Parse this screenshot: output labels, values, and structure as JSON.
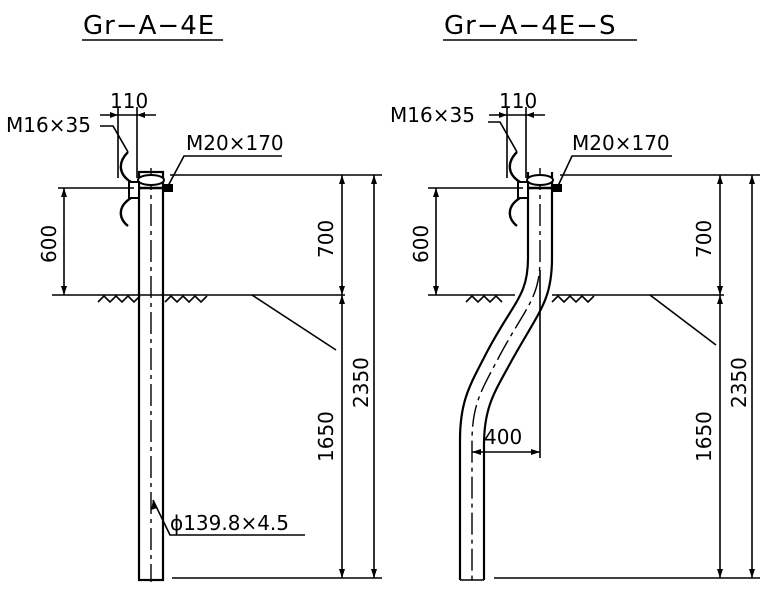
{
  "left_drawing": {
    "title": "Gr−A−4E",
    "bolt_small": "M16×35",
    "bolt_large": "M20×170",
    "dim_top_width": "110",
    "dim_height_above_ground": "700",
    "dim_post_height": "600",
    "dim_total": "2350",
    "dim_embed": "1650",
    "pipe_spec": "ϕ139.8×4.5"
  },
  "right_drawing": {
    "title": "Gr−A−4E−S",
    "bolt_small": "M16×35",
    "bolt_large": "M20×170",
    "dim_top_width": "110",
    "dim_height_above_ground": "700",
    "dim_post_height": "600",
    "dim_total": "2350",
    "dim_embed": "1650",
    "dim_offset": "400"
  }
}
